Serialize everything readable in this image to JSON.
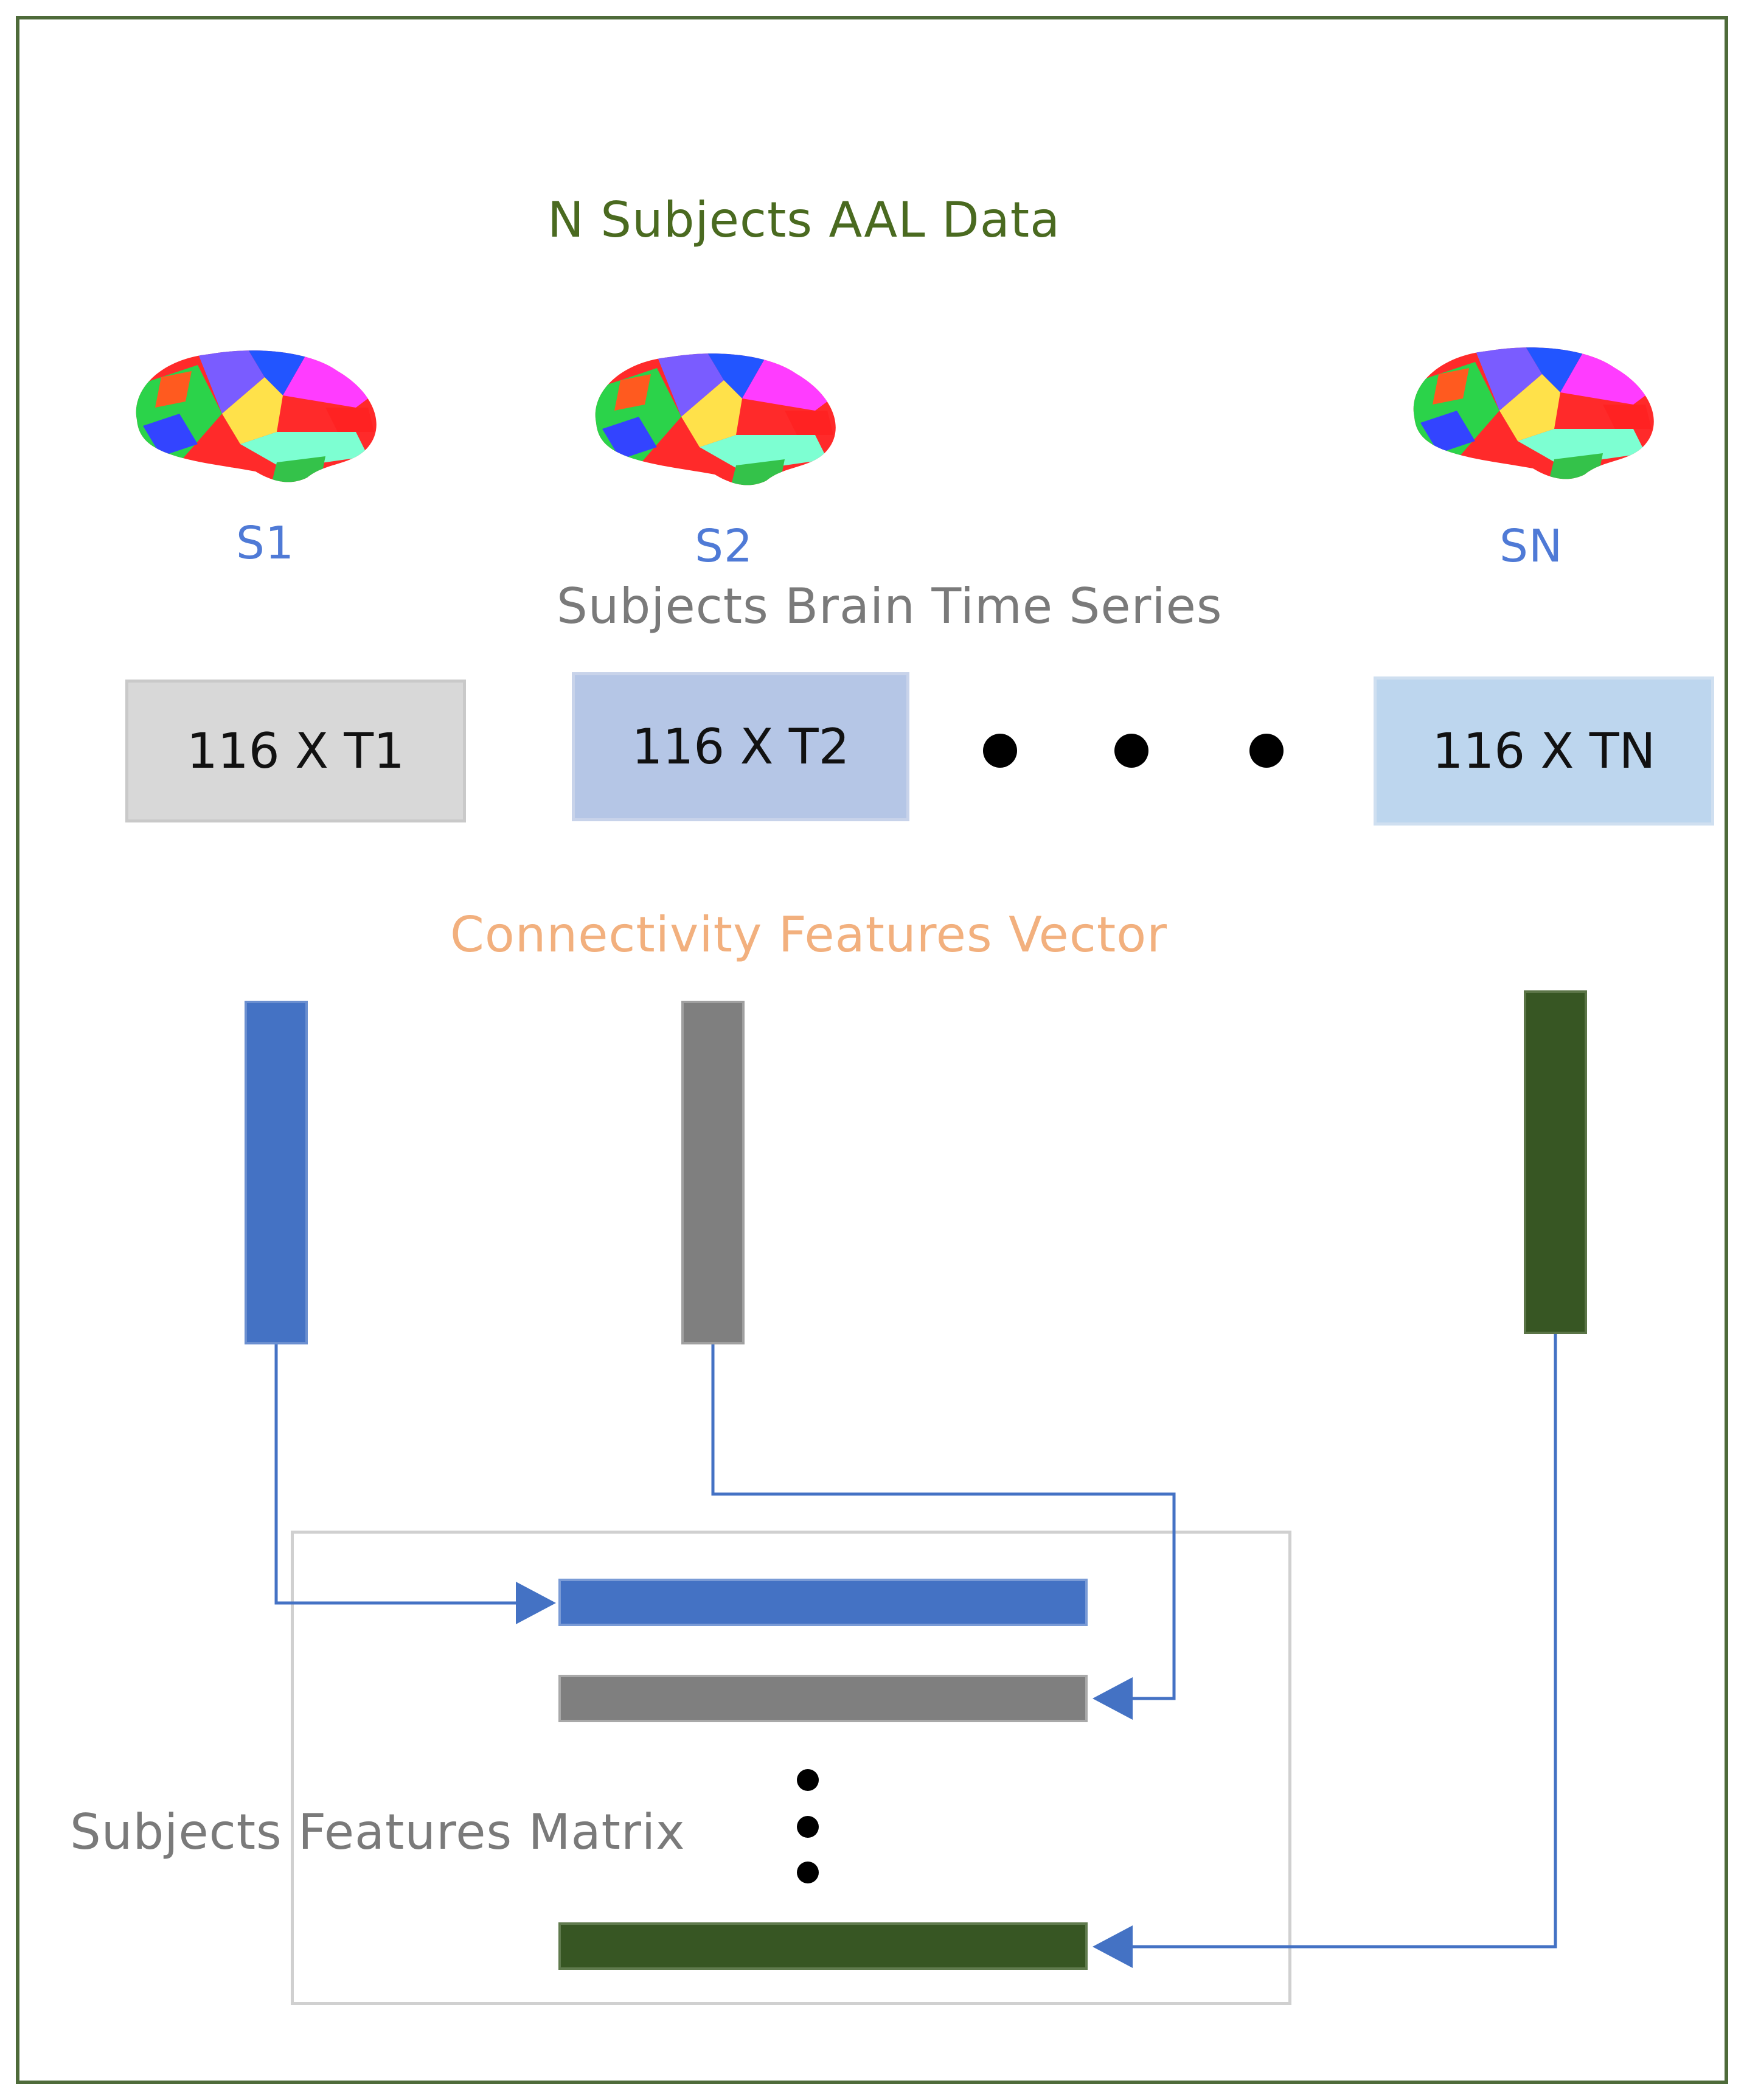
{
  "title": "N Subjects AAL Data",
  "subjects": [
    {
      "label": "S1",
      "matrix": "116 X T1"
    },
    {
      "label": "S2",
      "matrix": "116 X T2"
    },
    {
      "label": "SN",
      "matrix": "116 X TN"
    }
  ],
  "series_title": "Subjects Brain Time Series",
  "connectivity_title": "Connectivity Features Vector",
  "matrix_title": "Subjects Features Matrix",
  "colors": {
    "frame": "#4e6b3a",
    "title": "#4a6a20",
    "subject_label": "#4f7ad6",
    "connectivity_title": "#f2b07e",
    "vector_1": "#4472c4",
    "vector_2": "#7f7f7f",
    "vector_n": "#375623",
    "arrow": "#4472c4"
  },
  "icons": [
    "brain-icon",
    "ellipsis-dots",
    "arrow-right-icon",
    "arrow-left-icon"
  ]
}
